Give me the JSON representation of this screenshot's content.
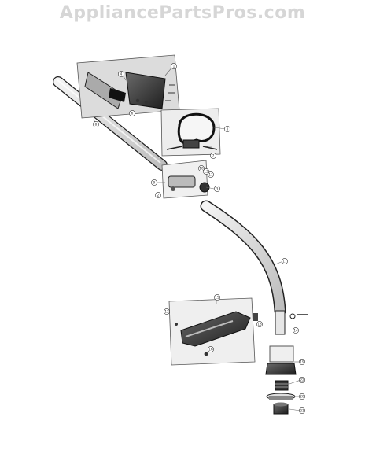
{
  "header": {
    "site_name": "AppliancePartsPros.com"
  },
  "callouts": [
    "1",
    "2",
    "3",
    "4",
    "5",
    "6",
    "7",
    "8",
    "9",
    "10",
    "11",
    "12",
    "13",
    "14",
    "15",
    "16",
    "17",
    "18",
    "19",
    "20",
    "21",
    "22"
  ],
  "colors": {
    "watermark": "#d6d6d6",
    "line": "#222222",
    "panel": "#dcdcdc"
  }
}
